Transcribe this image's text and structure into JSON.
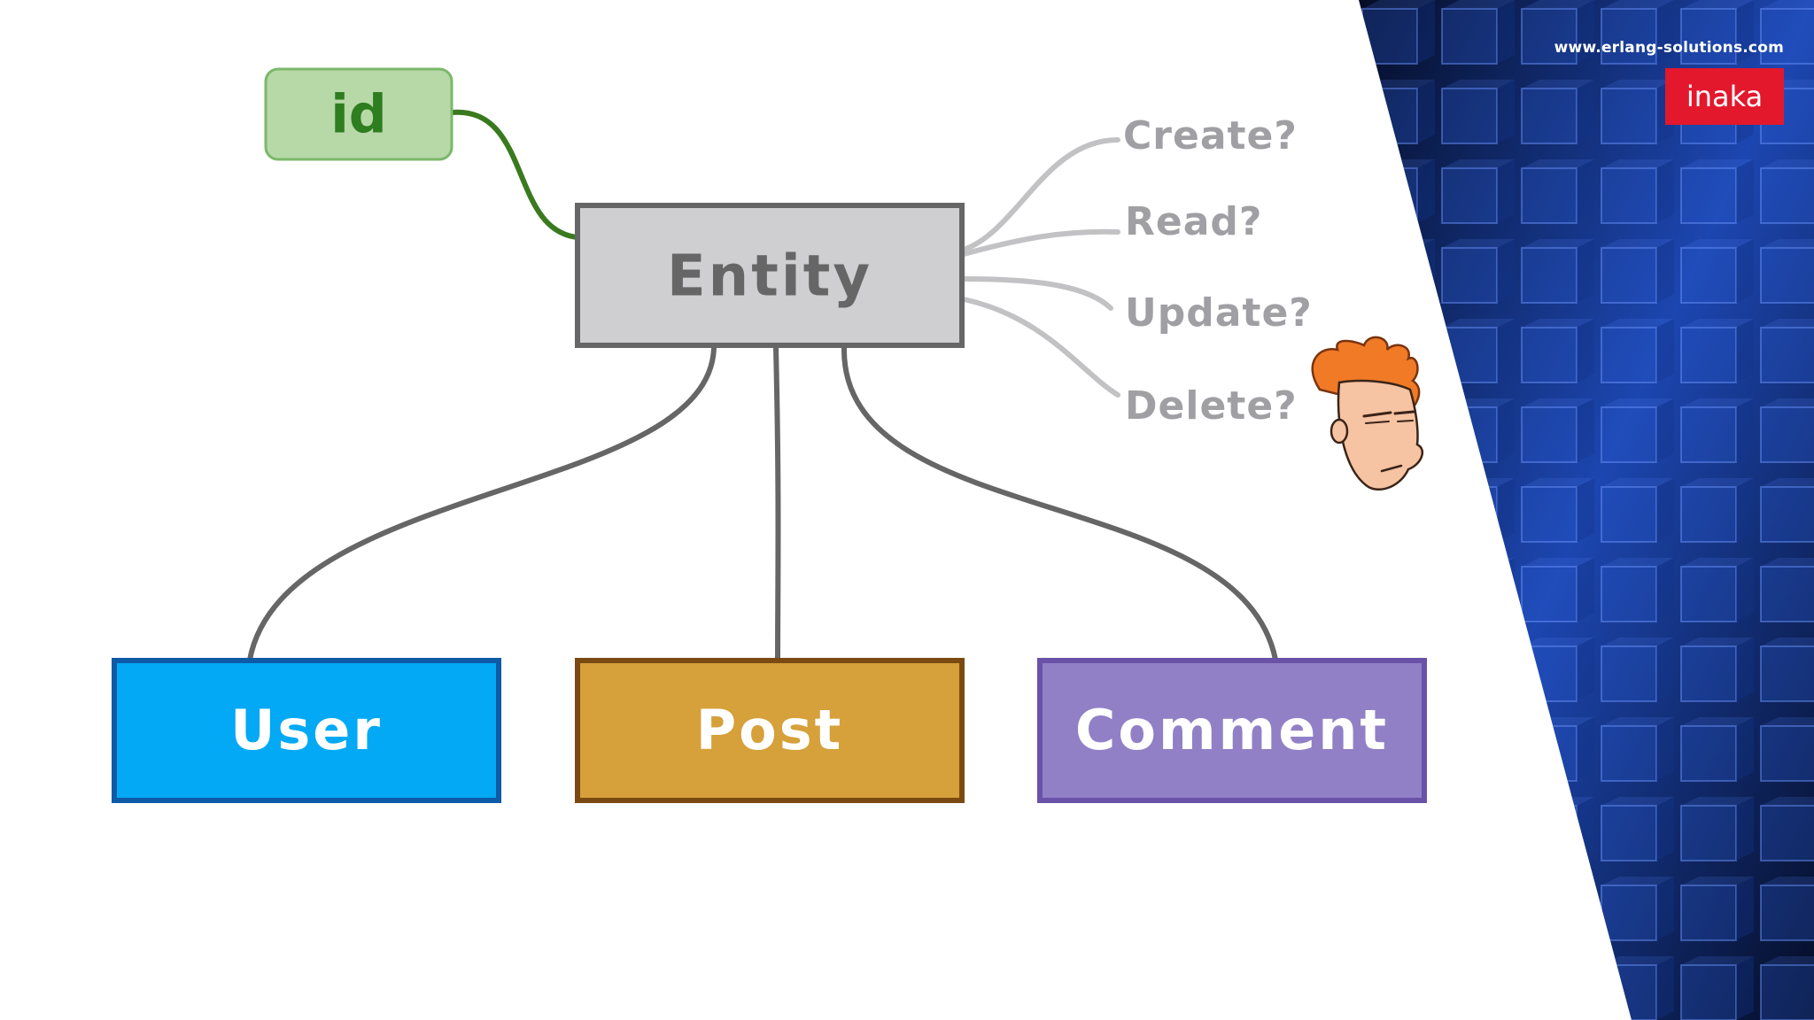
{
  "header": {
    "site_url": "www.erlang-solutions.com",
    "brand": "inaka"
  },
  "diagram": {
    "id_node": {
      "label": "id",
      "fill": "#b7d9a8",
      "stroke": "#7bb86a",
      "text_color": "#2e7d1e",
      "link_color": "#3a7a1f"
    },
    "entity_node": {
      "label": "Entity",
      "fill": "#cfcfd2",
      "stroke": "#666666",
      "text_color": "#666666"
    },
    "operations": [
      {
        "label": "Create?"
      },
      {
        "label": "Read?"
      },
      {
        "label": "Update?"
      },
      {
        "label": "Delete?"
      }
    ],
    "operation_color": "#a0a0a4",
    "children": [
      {
        "label": "User",
        "fill": "#03a9f4",
        "stroke": "#0d5aa7"
      },
      {
        "label": "Post",
        "fill": "#d6a03a",
        "stroke": "#7a4a12"
      },
      {
        "label": "Comment",
        "fill": "#9180c6",
        "stroke": "#6a52a8"
      }
    ],
    "child_text_color": "#ffffff",
    "connector_color": "#666666"
  },
  "background": {
    "panel_colors": [
      "#0a1a4a",
      "#1c46b0",
      "#050d26"
    ]
  }
}
